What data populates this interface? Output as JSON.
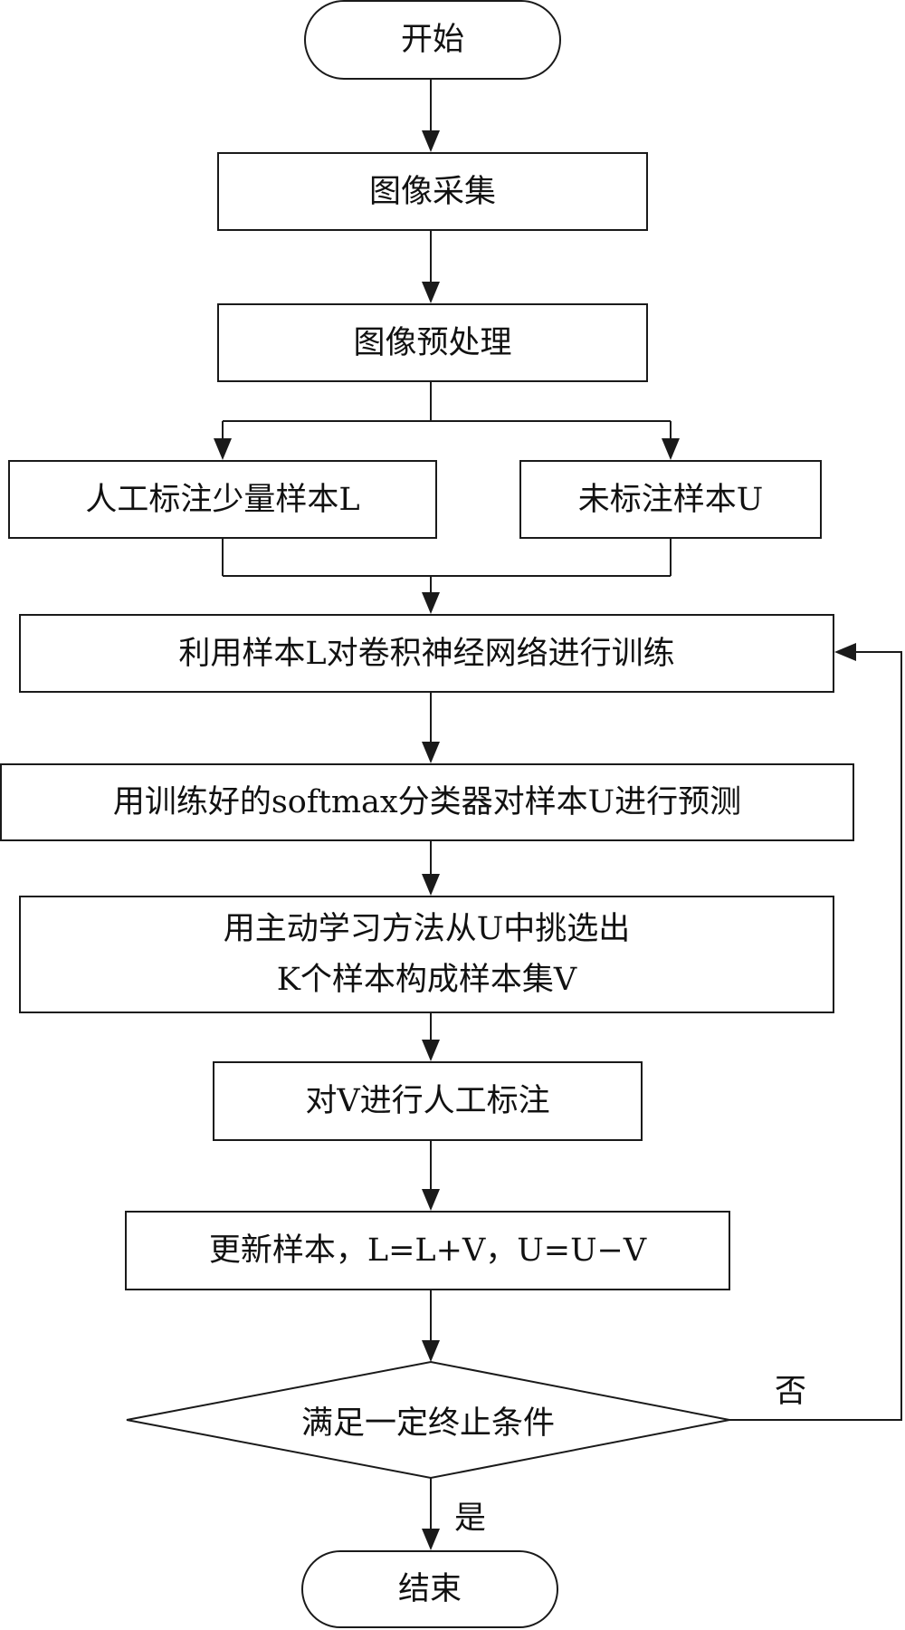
{
  "nodes": {
    "start": "开始",
    "image_capture": "图像采集",
    "image_preprocess": "图像预处理",
    "label_few": "人工标注少量样本L",
    "unlabeled": "未标注样本U",
    "train_cnn": "利用样本L对卷积神经网络进行训练",
    "predict": "用训练好的softmax分类器对样本U进行预测",
    "select_line1": "用主动学习方法从U中挑选出",
    "select_line2": "K个样本构成样本集V",
    "annotate_v": "对V进行人工标注",
    "update": "更新样本，L=L+V，U=U−V",
    "condition": "满足一定终止条件",
    "end": "结束"
  },
  "edge_labels": {
    "no": "否",
    "yes": "是"
  }
}
